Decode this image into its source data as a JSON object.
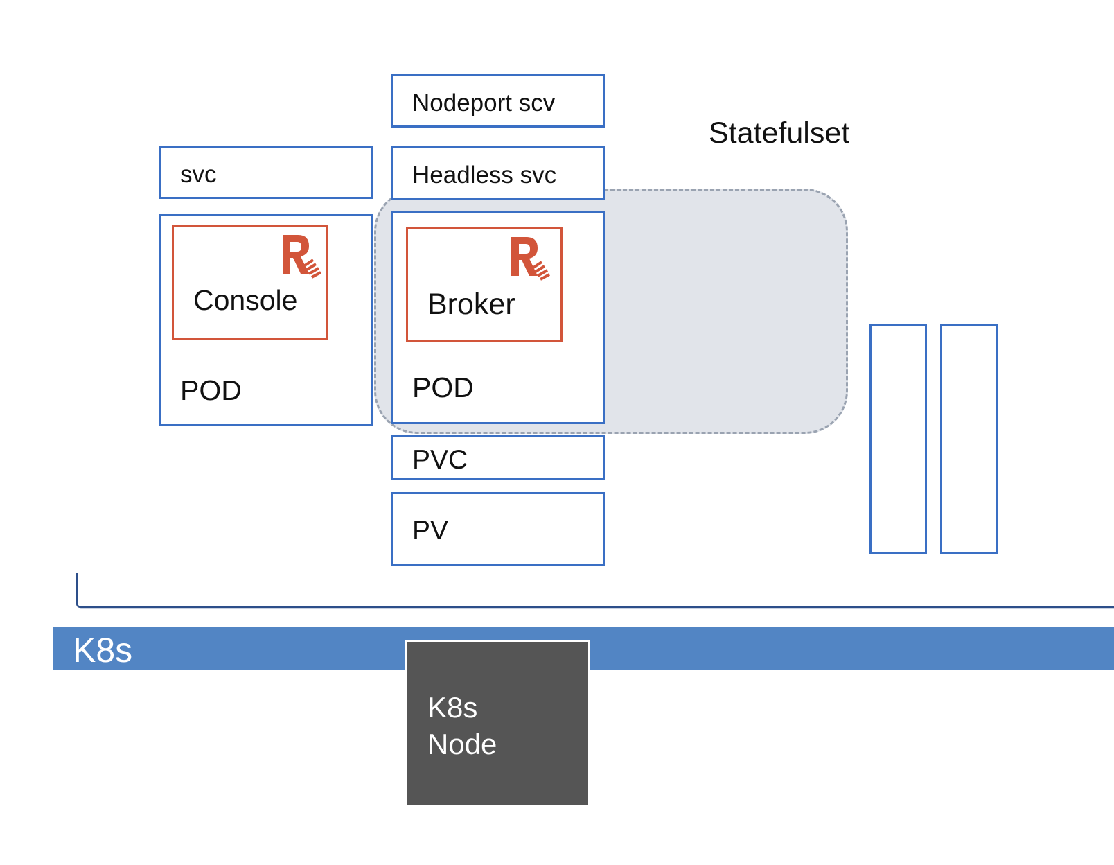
{
  "nodes": {
    "statefulset": "Statefulset",
    "nodeport_svc": "Nodeport scv",
    "svc": "svc",
    "headless_svc": "Headless svc",
    "console": "Console",
    "console_pod": "POD",
    "broker": "Broker",
    "broker_pod": "POD",
    "pvc": "PVC",
    "pv": "PV",
    "k8s": "K8s",
    "k8s_node_line1": "K8s",
    "k8s_node_line2": "Node"
  },
  "colors": {
    "box_border": "#3a6fc4",
    "app_border": "#d2553a",
    "logo": "#d2553a",
    "statefulset_fill": "#e1e4ea",
    "statefulset_border": "#9aa3b1",
    "k8s_bar": "#5285c4",
    "k8s_node": "#555555",
    "bracket": "#2d4f8a"
  },
  "icons": {
    "app_logo": "r-logo-icon"
  }
}
